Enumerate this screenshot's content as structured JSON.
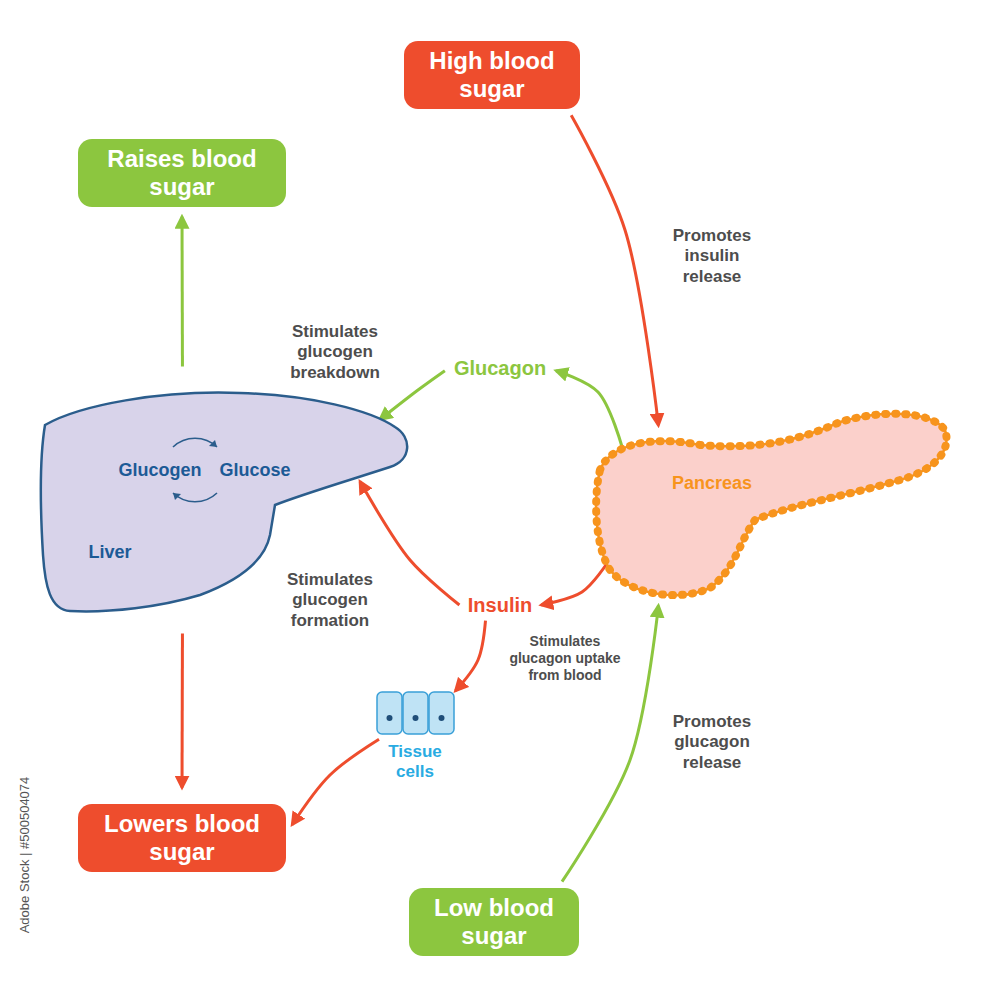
{
  "diagram": {
    "nodes": [
      {
        "text": [
          "High blood sugar"
        ]
      },
      {
        "text": [
          "Raises blood sugar"
        ]
      },
      {
        "text": [
          "Glucagon"
        ]
      },
      {
        "text": [
          "Glucogen",
          "Glucose",
          "Liver"
        ]
      },
      {
        "text": [
          "Pancreas"
        ]
      },
      {
        "text": [
          "Insulin"
        ]
      },
      {
        "text": [
          "Tissue cells"
        ]
      },
      {
        "text": [
          "Lowers blood sugar"
        ]
      },
      {
        "text": [
          "Low blood sugar"
        ]
      }
    ],
    "edges": [
      {
        "from": 0,
        "to": 4,
        "arrow": "to",
        "label": "Promotes insulin release"
      },
      {
        "from": 4,
        "to": 2,
        "arrow": "to"
      },
      {
        "from": 2,
        "to": 3,
        "arrow": "to",
        "label": "Stimulates glucogen breakdown"
      },
      {
        "from": 3,
        "to": 1,
        "arrow": "to"
      },
      {
        "from": 4,
        "to": 5,
        "arrow": "to"
      },
      {
        "from": 5,
        "to": 3,
        "arrow": "to",
        "label": "Stimulates glucogen formation"
      },
      {
        "from": 5,
        "to": 6,
        "arrow": "to",
        "label": "Stimulates glucagon uptake from blood"
      },
      {
        "from": 3,
        "to": 7,
        "arrow": "to"
      },
      {
        "from": 6,
        "to": 7,
        "arrow": "to"
      },
      {
        "from": 8,
        "to": 4,
        "arrow": "to",
        "label": "Promotes glucagon release"
      }
    ],
    "labels": [
      "Adobe Stock | #500504074"
    ]
  }
}
